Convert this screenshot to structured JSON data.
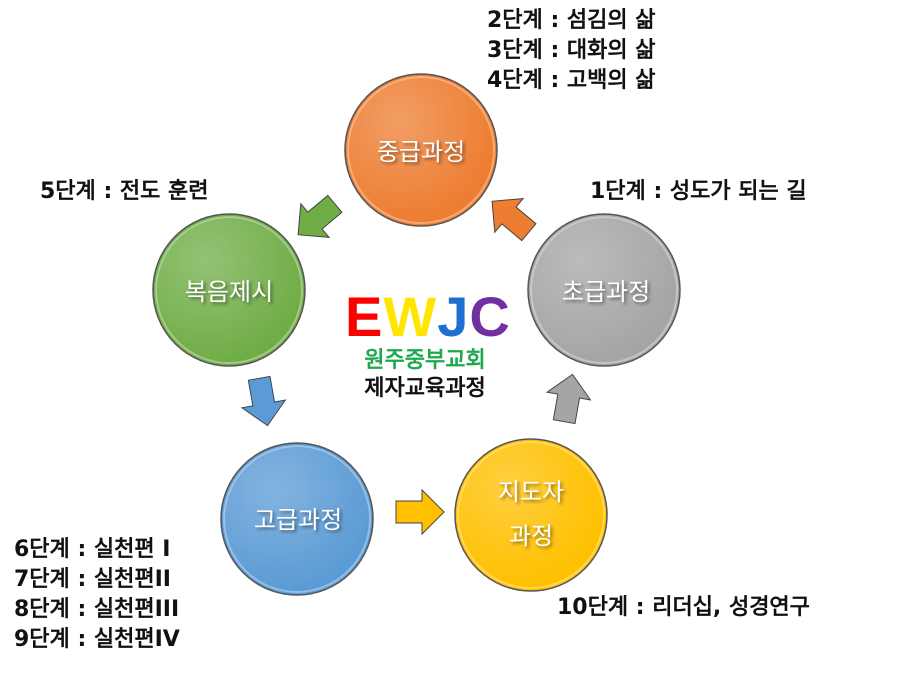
{
  "circles": {
    "mid": {
      "label": "중급과정",
      "color": "#ED7D31"
    },
    "basic": {
      "label": "초급과정",
      "color": "#A5A5A5"
    },
    "gospel": {
      "label": "복음제시",
      "color": "#70AD47"
    },
    "advanced": {
      "label": "고급과정",
      "color": "#5B9BD5"
    },
    "leader": {
      "label1": "지도자",
      "label2": "과정",
      "color": "#FFC000"
    }
  },
  "logo": {
    "letters": [
      {
        "ch": "E",
        "color": "#FF0000"
      },
      {
        "ch": "W",
        "color": "#FFE600"
      },
      {
        "ch": "J",
        "color": "#1F6FD0"
      },
      {
        "ch": "C",
        "color": "#7030A0"
      }
    ],
    "church": "원주중부교회",
    "course": "제자교육과정"
  },
  "steps": {
    "s1": "1단계 : 성도가 되는 길",
    "s2": "2단계 : 섬김의 삶",
    "s3": "3단계 : 대화의 삶",
    "s4": "4단계 : 고백의 삶",
    "s5": "5단계 : 전도 훈련",
    "s6": "6단계 : 실천편 I",
    "s7": "7단계 : 실천편II",
    "s8": "8단계 : 실천편III",
    "s9": "9단계 : 실천편IV",
    "s10": "10단계 : 리더십, 성경연구"
  }
}
